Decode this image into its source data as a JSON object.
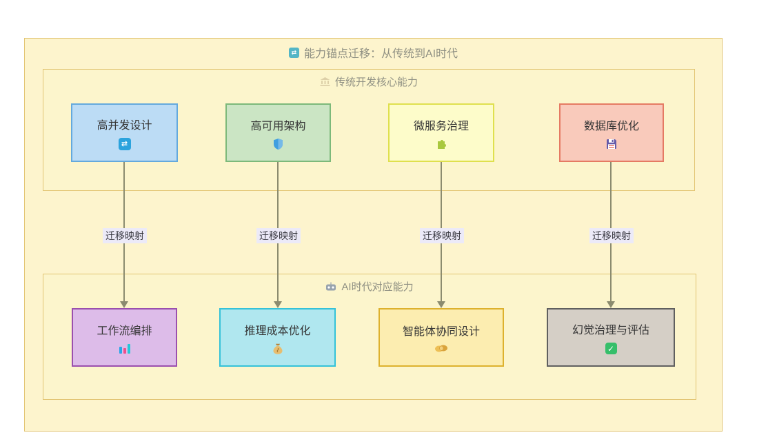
{
  "diagram": {
    "title": "能力锚点迁移：从传统到AI时代",
    "title_icon": "cycle-arrows-icon",
    "sections": [
      {
        "title": "传统开发核心能力",
        "icon": "classical-building-icon"
      },
      {
        "title": "AI时代对应能力",
        "icon": "robot-icon"
      }
    ],
    "traditional_nodes": [
      {
        "label": "高并发设计",
        "icon": "cycle-arrows-icon",
        "fill": "#bcdcf5",
        "border": "#64a9dd"
      },
      {
        "label": "高可用架构",
        "icon": "shield-icon",
        "fill": "#cbe5c4",
        "border": "#7cb97a"
      },
      {
        "label": "微服务治理",
        "icon": "puzzle-piece-icon",
        "fill": "#fdfcca",
        "border": "#dfe04e"
      },
      {
        "label": "数据库优化",
        "icon": "floppy-disk-icon",
        "fill": "#f9cabb",
        "border": "#e57a63"
      }
    ],
    "ai_nodes": [
      {
        "label": "工作流编排",
        "icon": "bar-chart-icon",
        "fill": "#ddbce9",
        "border": "#9a4fae"
      },
      {
        "label": "推理成本优化",
        "icon": "money-bag-icon",
        "fill": "#b0e7ef",
        "border": "#35c2d8"
      },
      {
        "label": "智能体协同设计",
        "icon": "handshake-icon",
        "fill": "#fcedb0",
        "border": "#ddb12e"
      },
      {
        "label": "幻觉治理与评估",
        "icon": "check-mark-icon",
        "fill": "#d5cfc6",
        "border": "#5f5f5f"
      }
    ],
    "edges": [
      {
        "label": "迁移映射"
      },
      {
        "label": "迁移映射"
      },
      {
        "label": "迁移映射"
      },
      {
        "label": "迁移映射"
      }
    ],
    "colors": {
      "canvas_bg": "#ffffff",
      "container_bg": "#fdf4cd",
      "container_border": "#e2c472",
      "edge_line": "#8b8b6f",
      "edge_label_bg": "#eceaf8"
    }
  }
}
